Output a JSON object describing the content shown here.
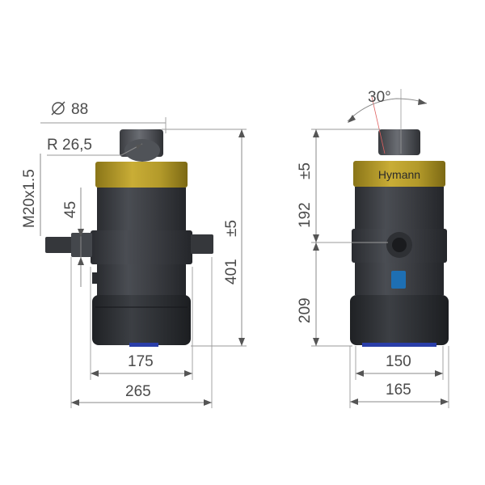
{
  "drawing": {
    "brand_label": "Hymann",
    "colors": {
      "body": "#3d3f44",
      "body_dark": "#2a2c30",
      "band_gold": "#b39a2a",
      "band_gold_dark": "#8a7518",
      "accent_blue": "#1e6fb3",
      "dimension": "#4a4a4a"
    }
  },
  "dimensions": {
    "left_view": {
      "diameter": "88",
      "radius": "R 26,5",
      "thread": "M20x1.5",
      "port_height": "45",
      "tolerance": "±5",
      "overall_height": "401",
      "body_width": "175",
      "overall_width": "265"
    },
    "right_view": {
      "angle": "30°",
      "tolerance": "±5",
      "upper_height": "192",
      "lower_height": "209",
      "base_width": "150",
      "overall_width": "165"
    }
  }
}
